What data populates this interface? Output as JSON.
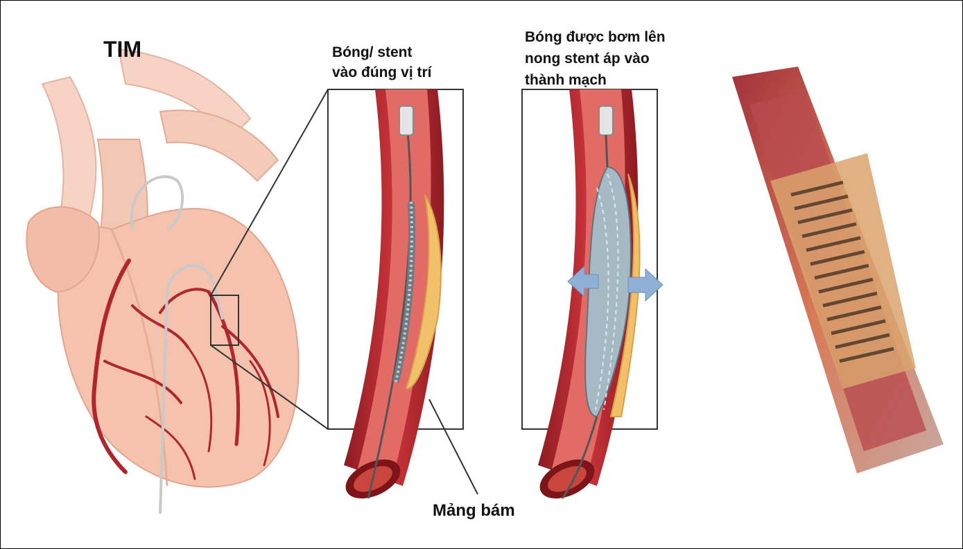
{
  "labels": {
    "heart": "TIM",
    "step1_line1": "Bóng/ stent",
    "step1_line2": "vào đúng vị trí",
    "step2_line1": "Bóng được bơm lên",
    "step2_line2": "nong stent áp vào",
    "step2_line3": "thành mạch",
    "plaque": "Mảng bám"
  },
  "icons": [
    "heart-illustration",
    "zoom-box",
    "artery-panel",
    "expansion-arrow",
    "stent-photo"
  ],
  "colors": {
    "artery": "#b0262c",
    "artery_inner": "#d9534f",
    "plaque": "#f1c06a",
    "heart": "#f5c2ae",
    "stent": "#9fb3c1",
    "arrow": "#8fb0d6"
  }
}
